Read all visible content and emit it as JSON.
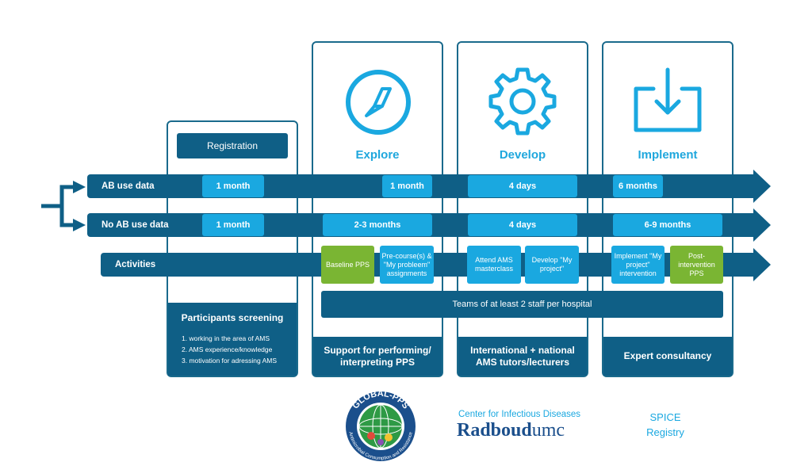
{
  "registration": {
    "label": "Registration"
  },
  "phases": [
    {
      "title": "Explore",
      "icon": "compass-icon"
    },
    {
      "title": "Develop",
      "icon": "gear-icon"
    },
    {
      "title": "Implement",
      "icon": "download-icon"
    }
  ],
  "rows": {
    "ab_use": {
      "label": "AB use data",
      "durations": [
        "1 month",
        "1 month",
        "4 days",
        "6 months"
      ]
    },
    "no_ab_use": {
      "label": "No AB use data",
      "durations": [
        "1 month",
        "2-3 months",
        "4 days",
        "6-9 months"
      ]
    },
    "activities": {
      "label": "Activities",
      "items": [
        "Baseline PPS",
        "Pre-course(s) & \"My probleem\" assignments",
        "Attend AMS masterclass",
        "Develop \"My project\"",
        "Implement \"My project\" intervention",
        "Post-intervention PPS"
      ]
    }
  },
  "teams_banner": "Teams of at least 2 staff per hospital",
  "footers": {
    "screening": {
      "title": "Participants screening",
      "items": [
        "1. working in the area of AMS",
        "2. AMS experience/knowledge",
        "3. motivation for adressing AMS"
      ]
    },
    "explore": "Support for performing/ interpreting PPS",
    "develop": "International + national AMS tutors/lecturers",
    "implement": "Expert consultancy"
  },
  "logos": {
    "global_pps_top": "GLOBAL-PPS",
    "global_pps_ring": "Antimicrobial Consumption and Resistance",
    "radboud_caption": "Center for Infectious Diseases",
    "radboud_name": "Radboud",
    "radboud_suffix": "umc",
    "spice_line1": "SPICE",
    "spice_line2": "Registry"
  },
  "colors": {
    "dark_blue": "#0f5f86",
    "light_blue": "#1aa8e0",
    "green": "#7ab533",
    "outline": "#1a6a8c"
  }
}
